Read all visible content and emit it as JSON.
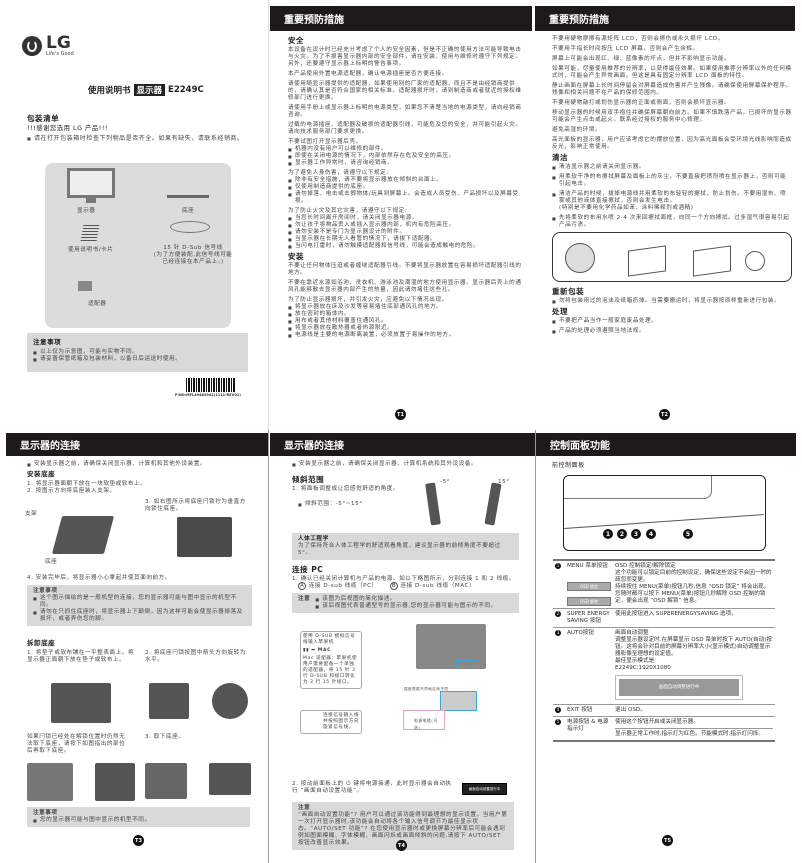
{
  "p1": {
    "logo": "LG",
    "slogan": "Life's Good",
    "title": "使用说明书",
    "title_box": "显示器",
    "model": "E2249C",
    "section": "包装清单",
    "thanks": "!!!感谢您选用  LG 产品!!!",
    "intro": "请在打开包装箱时检查下列物品是否齐全。如果有缺失，请联系经销商。",
    "items": {
      "monitor": "显示器",
      "stand": "底座",
      "manual": "使用说明书/卡片",
      "cable": "15 针 D-Sub 信号线",
      "cable_note": "(为了方便装配,此信号线可能已经连接在本产品上。)",
      "adapter": "适配器"
    },
    "notes_title": "注意事项",
    "notes": [
      "以上仅为示意图，可能与实物不同。",
      "请妥善保管纸箱及包装材料，以备日后运送时使用。"
    ],
    "barcode": "P/NO:MFL49462941(1111-REV01)"
  },
  "t1": {
    "header": "重要预防措施",
    "section_safety": "安全",
    "paras": [
      "本设备在设计时已经充分考虑了个人的安全因素，但是不正确的使用方法可能导致电击与火灾。为了不损害显示器内部的安全部件，请在安装、使用与维修时遵守下列规定。另外，还要遵守显示器上标明的警告事项。",
      "本产品使用外置电源适配器，确认电源插座是否方便连接。",
      "请使用随显示器提供的适配器，如果使用别的厂家的适配器，而且不是由经销商提供的，请确认其是否符合国家的相关标准。适配器损坏时，请到制造商或者就近的授权维修部门进行更换。",
      "请使用手册上或显示器上标明的电源类型，如果您不清楚当地的电源类型，请向经销商咨询。",
      "过载的电源插座、适配器及破损的适配器引线，可能危及您的安全，并可能引起火灾。请向技术服务部门要求更换。"
    ],
    "open_title": "不要试图打开显示器后壳。",
    "open_items": [
      "机器内没有用户可以维修的部件。",
      "即使在关闭电源的情况下，内部依然存在危及安全的高压。",
      "显示器工作异常时，请咨询经销商。"
    ],
    "injury_title": "为了避免人身伤害，请遵守以下规定:",
    "injury_items": [
      "除非有安全措施，请不要将显示器放在倾斜的台面上。",
      "仅使用制造商提供的底座。",
      "请勿掉落、电击或击掷物体/玩具到屏幕上。会造成人员受伤、产品损坏以及屏幕受损。"
    ],
    "fire_title": "为了防止火灾及其它灾害，请遵守以下规定:",
    "fire_items": [
      "当您长时间离开房间时，请关闭显示器电源。",
      "勿让孩子将物品丢入或插入显示器内部，机内有危险高压。",
      "请勿安装不是专门为显示器设计的附件。",
      "当显示器在长期无人看管的情况下，请拔下适配器。",
      "当闪电打雷时，请勿触摸适配器和信号线，可能会造成触电的危险。"
    ],
    "section_install": "安装",
    "install_paras": [
      "不要让任何物体压迫或者缠绕适配器引线。不要将显示器放置在容易损坏适配器引线的地方。",
      "不要在靠近水源如浴池、洗衣机、游泳池及潮湿的地方使用显示器。显示器后壳上的通风孔能够散去显示器内部产生的热量，因此请勿堵住这些孔。"
    ],
    "damage_title": "为了防止显示器损坏，并引发火灾，应避免以下情况出现。",
    "damage_items": [
      "将显示器放在床及沙发等容易堵住底部通风孔的地方。",
      "放在密封的箱体内。",
      "用布或者其他材料覆盖住通风孔。",
      "将显示器放在散热器或者热源附近。",
      "电源线是主要的电源断离装置，必须放置于易操作的地方。"
    ],
    "page": "T1"
  },
  "t2": {
    "header": "重要预防措施",
    "paras": [
      "不要用硬物摩擦有源矩阵 LCD，否则会擦伤或永久损坏 LCD。",
      "不要用手指长时间按压 LCD 屏幕，否则会产生余辉。",
      "屏幕上可能会出现红、绿、蓝像素的坏点，但并不影响显示功能。",
      "如果可能，尽量使用推荐的分辨率，以获得最佳效果。如果使用推荐分辨率以外的任何模式时，可能会产生异常画面。但这是具有固定分辨率 LCD 面板的特性。",
      "静止画面在屏幕上长时间停留会对屏幕造成伤害并产生残像。请确保使用屏幕保护程序。残像和相关问题不在产品的保修范围内。",
      "不要用硬物敲打或划伤显示器的正面或侧面，否则会损坏显示器。",
      "移动显示器的时候用双手抱住并确保屏幕朝向前方。如果不慎跌落产品，已损坏的显示器可能会产生点击或起火。联系经过授权的服务中心修理。",
      "避免高湿的环境。",
      "高光面板的显示器，用户应该考虑它的摆放位置，因为高光面板会受环境光线影响而造成反光，影响正常使用。"
    ],
    "section_clean": "清洁",
    "clean_items": [
      "清洁显示器之前请关闭显示器。",
      "用柔软干净的布擦拭屏幕及面板上的灰尘。不要直接把喷剂喷在显示器上，否则可能引起电击。",
      "清洁产品的时候，拔掉电源线并用柔软的布轻轻的擦拭，防止划伤。不要用湿布、喷雾或其他液体直接擦拭，否则会发生电击。",
      "先将柔软的布用水喷 2-4 次来回擦拭面框，向同一个方向擦拭。过多湿气很容易引起产品污渍。"
    ],
    "clean_sub": "(特别是不要用化学药品如苯、涂料稀释剂或酒精)",
    "section_repack": "重新包装",
    "repack_items": [
      "勿将包装用过的泡沫及纸箱扔掉。当需要搬运时，将显示器按原样重新进行包装。"
    ],
    "section_dispose": "处理",
    "dispose_items": [
      "不要把产品当作一般家庭废品处理。",
      "产品的处理必须遵照当地法规。"
    ],
    "page": "T2"
  },
  "t3": {
    "header": "显示器的连接",
    "intro": "安装显示器之前，请确保关闭显示器、计算机和其他外设装置。",
    "section_install": "安装底座",
    "steps": [
      "1. 将显示器面朝下放在一块软垫或软布上。",
      "2. 按图示方向将底座装入支架。",
      "3. 如右图所示将底座闩锁拧为垂直方向锁住底座。",
      "4. 安装完毕后，将显示器小心拿起并使其面向前方。"
    ],
    "label_bracket": "支架",
    "label_base": "底座",
    "notes_title": "注意事项",
    "notes": [
      "这个图示描绘的是一般机型的连接，您的显示器可能与图中显示的机型不同。",
      "请勿在只抓住底座时，将显示器上下颠倒，因为这样可能会使显示器掉落及损坏，或者弄伤您的脚。"
    ],
    "section_remove": "拆卸底座",
    "remove_steps": [
      "1. 将垫子或软布铺在一平整表面上。将显示器正面朝下放在垫子或软布上。",
      "2. 将底座闩锁按图中箭头方向旋转为水平。",
      "3. 取下底座。"
    ],
    "remove_tip": "如果闩锁已经处在解锁位置时仍然无法取下底座，请按下如图指出的部位后再取下底座。",
    "notes2": [
      "您的显示器可能与图中显示的机型不同。"
    ],
    "page": "T3"
  },
  "t4": {
    "header": "显示器的连接",
    "intro": "安装显示器之前，请确保关闭显示器、计算机系统和其外设设备。",
    "section_tilt": "倾斜范围",
    "tilt_step": "1. 将面板调整成让您感觉舒适的角度。",
    "tilt_range": "倾斜范围：-5°~15°",
    "angle_back": "-5°",
    "angle_fwd": "15°",
    "ergo_title": "人体工程学",
    "ergo_text": "为了保持符合人体工程学的舒适观看角度，建议显示器的前倾角度不要超过 5°。",
    "section_pc": "连接 PC",
    "pc_step": "1. 确认已经关闭计算机与产品的电源。如以下略图所示，分别连接 1 和 2 线缆。",
    "opt_a_mark": "A",
    "opt_a": "连接 D-sub 线缆（PC）",
    "opt_b_mark": "B",
    "opt_b": "连接 D-sub 线缆（MAC）",
    "note_label": "注意",
    "note_items": [
      "该图为后视图的简化描述。",
      "该后视图代表普通型号的显示器,您的显示器可能与图示的不同。"
    ],
    "mac_title": "使用 D-SUB 模拟信号线输入苹果机",
    "mac_arrow": "MAC",
    "mac_text": "Mac 适配器：苹果机使用户需要配备一个单独的适配器，将 15 针 3 行 D-SUB 和接口转化为 2 行 15 针接口。",
    "cable_text": "连接信号输入线并按照图示方向旋紧信号线。",
    "wall": "插座根据不同地区而不同",
    "power_label": "电源电缆(可选)",
    "power_step": "2. 按动前面板上的 ⏻ 键将电源接通，此时显示器会自动执行 “画面自动设置功能”。",
    "screen_msg": "画面自动设置进行中",
    "note2_title": "注意",
    "note2_text": "“画面自动设置功能”? 用户可以通过该功能得到最理想的显示设置。当用户第一次打开显示器时,该功能会自动将各个输入信号调节为最佳显示状态。“AUTO/SET 功能”? 在您使用显示器时或更换屏幕分辨率后可能会遇到例如图面模糊、字体模糊、画面闪烁或画面倾斜的问题,请按下 AUTO/SET 按钮改善显示效果。",
    "page": "T4"
  },
  "t5": {
    "header": "控制面板功能",
    "subtitle": "前控制面板",
    "markers": [
      "1",
      "2",
      "3",
      "4",
      "5"
    ],
    "rows": [
      {
        "num": "1",
        "name": "MENU 菜单按钮",
        "desc": [
          "OSD 控制锁定/解除锁定",
          "这个功能可以锁定目前的控制设定，确保这些设定不会因一时的疏忽而变更。",
          "持续按住 MENU(菜单)按钮几秒,信息 “OSD 锁定” 将会出现。",
          "您随时都可以按下 MENU(菜单)按钮几秒解除 OSD 控制的锁定，便会出现 “OSD 解锁” 信息。"
        ],
        "osd_lock": "OSD 锁定",
        "osd_unlock": "OSD 解锁"
      },
      {
        "num": "2",
        "name": "SUPER ENERGY SAVING 按钮",
        "desc": [
          "使用此按钮进入 SUPERENERGYSAVING 选项。"
        ]
      },
      {
        "num": "3",
        "name": "AUTO按钮",
        "desc": [
          "画面自动调整",
          "调整显示器设定时,在屏幕显示 OSD 菜单时按下 AUTO(自动)按钮。这将会针对目前的屏幕分辨率大小(显示模式)自动调整显示器影像至理想的设定值。",
          "最佳显示模式是:",
          "E2249C:1920X1080"
        ],
        "screen_msg": "画面自动调整进行中"
      },
      {
        "num": "4",
        "name": "EXIT 按钮",
        "desc": [
          "退出 OSD。"
        ]
      },
      {
        "num": "5",
        "name": "电源按钮 & 电源指示灯",
        "desc": [
          "使用这个按钮开启或关闭显示器。",
          "显示器正常工作时,指示灯为红色。节能模式时,指示灯闪烁。"
        ]
      }
    ],
    "page": "T5"
  },
  "colors": {
    "header": "#1e1a1a",
    "note_bg": "#d9d9d9",
    "accent_cable": "#3aa9d6"
  }
}
